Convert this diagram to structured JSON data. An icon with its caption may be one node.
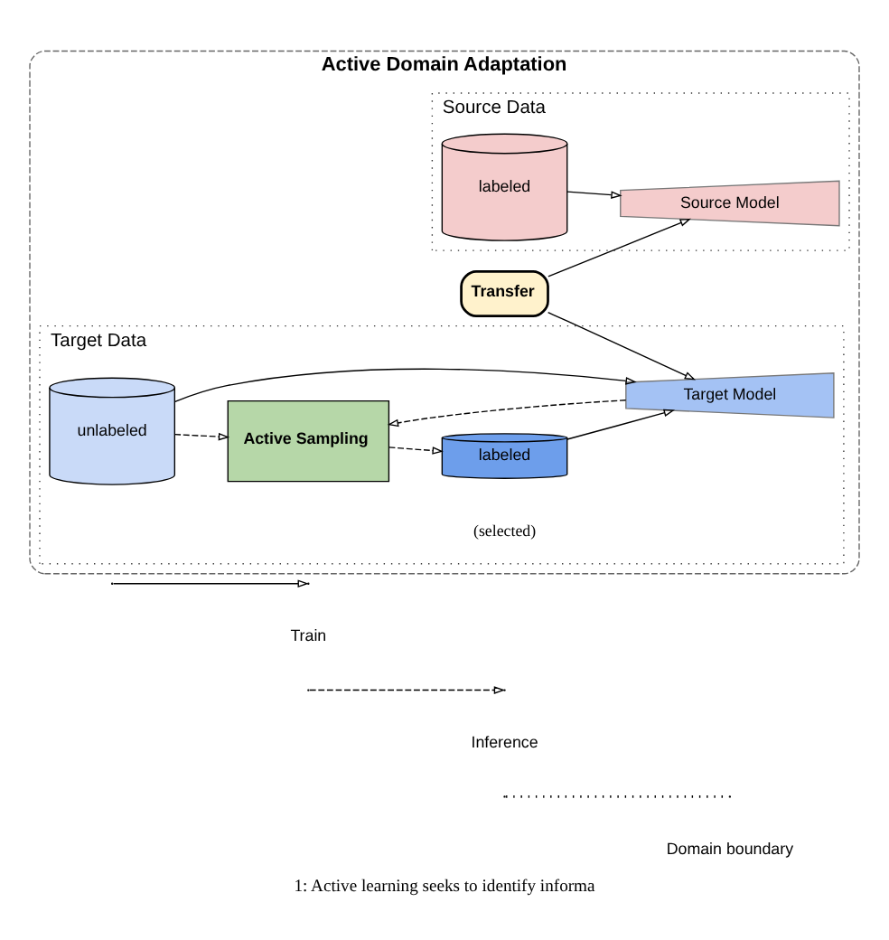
{
  "diagram": {
    "caption": "1: Active learning seeks to identify informa",
    "nodes": [
      {
        "text": [
          "Active Domain Adaptation"
        ]
      },
      {
        "text": [
          "Source Data"
        ],
        "in": 0
      },
      {
        "text": [
          "labeled"
        ],
        "in": 1
      },
      {
        "text": [
          "Source Model"
        ],
        "in": 1
      },
      {
        "text": [
          "Transfer"
        ],
        "in": 0
      },
      {
        "text": [
          "Target Data"
        ],
        "in": 0
      },
      {
        "text": [
          "labeled"
        ],
        "beside": [
          "(selected)"
        ],
        "in": 5
      },
      {
        "text": [
          "Target Model"
        ],
        "in": 5
      },
      {
        "text": [
          "unlabeled"
        ],
        "in": 5
      },
      {
        "text": [
          "Active Sampling"
        ],
        "in": 5
      }
    ],
    "edges": [
      {
        "from": 2,
        "to": 3,
        "arrow": "to"
      },
      {
        "from": 4,
        "to": 3,
        "arrow": "to"
      },
      {
        "from": 4,
        "to": 7,
        "arrow": "to"
      },
      {
        "from": 6,
        "to": 7,
        "arrow": "to"
      },
      {
        "from": 8,
        "to": 7,
        "arrow": "to"
      },
      {
        "from": 9,
        "to": 6,
        "arrow": "to",
        "style": "dashed"
      },
      {
        "from": 8,
        "to": 9,
        "arrow": "to",
        "style": "dashed"
      },
      {
        "from": 7,
        "to": 9,
        "arrow": "to",
        "style": "dashed"
      }
    ],
    "legend": [
      {
        "text": "Train"
      },
      {
        "text": "Inference"
      },
      {
        "text": "Domain boundary"
      }
    ]
  }
}
